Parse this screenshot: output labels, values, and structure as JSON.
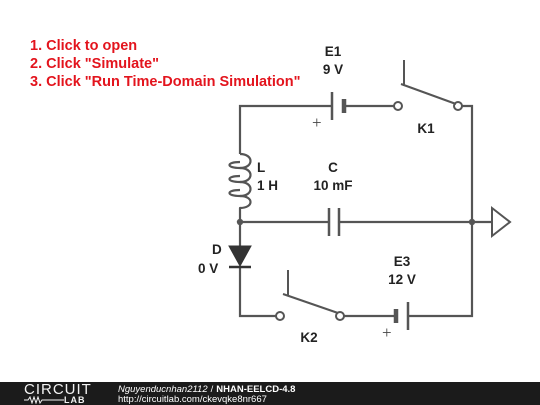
{
  "instructions": [
    "1. Click to open",
    "2. Click \"Simulate\"",
    "3. Click \"Run Time-Domain Simulation\""
  ],
  "components": {
    "e1": {
      "name": "E1",
      "value": "9 V",
      "polarity": "+"
    },
    "k1": {
      "name": "K1"
    },
    "inductor": {
      "name": "L",
      "value": "1 H"
    },
    "capacitor": {
      "name": "C",
      "value": "10 mF"
    },
    "diode": {
      "name": "D",
      "value": "0 V"
    },
    "e3": {
      "name": "E3",
      "value": "12 V",
      "polarity": "+"
    },
    "k2": {
      "name": "K2"
    }
  },
  "footer": {
    "logo_top": "CIRCUIT",
    "logo_bottom": "LAB",
    "author": "Nguyenducnhan2112",
    "separator": "/",
    "title": "NHAN-EELCD-4.8",
    "url": "http://circuitlab.com/ckevqke8nr667"
  },
  "colors": {
    "instruction_text": "#e3141d",
    "wire": "#555555",
    "footer_background": "#1b1b1b"
  }
}
